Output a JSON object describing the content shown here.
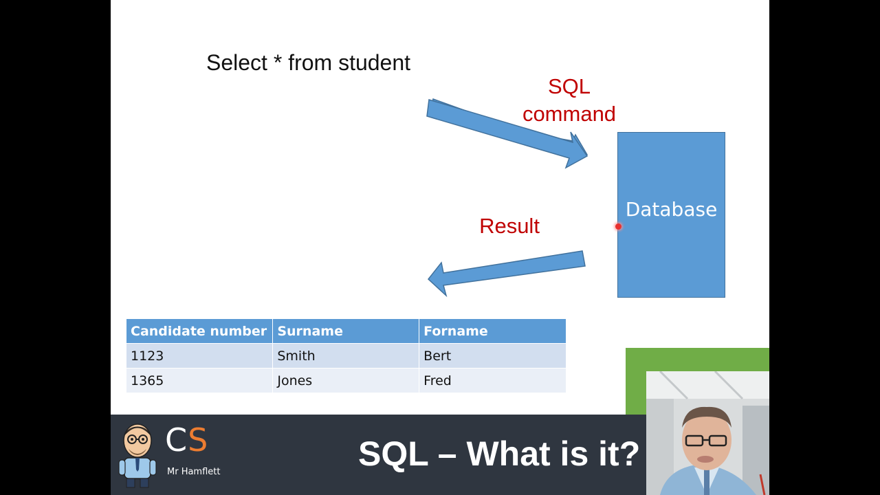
{
  "slide": {
    "query": "Select * from student",
    "sql_label_line1": "SQL",
    "sql_label_line2": "command",
    "result_label": "Result",
    "database_label": "Database"
  },
  "table": {
    "headers": [
      "Candidate number",
      "Surname",
      "Forname"
    ],
    "rows": [
      [
        "1123",
        "Smith",
        "Bert"
      ],
      [
        "1365",
        "Jones",
        "Fred"
      ]
    ]
  },
  "footer": {
    "logo_c": "C",
    "logo_s": "S",
    "author": "Mr Hamflett",
    "title": "SQL – What is it?"
  },
  "icons": {
    "arrow_to_db": "arrow-right-icon",
    "arrow_from_db": "arrow-left-icon",
    "avatar": "cartoon-teacher-avatar",
    "webcam": "webcam-presenter"
  },
  "colors": {
    "accent_blue": "#5b9bd5",
    "label_red": "#c00000",
    "green_block": "#70ad47",
    "footer_bg": "#2f3640",
    "logo_orange": "#ed7d31"
  }
}
